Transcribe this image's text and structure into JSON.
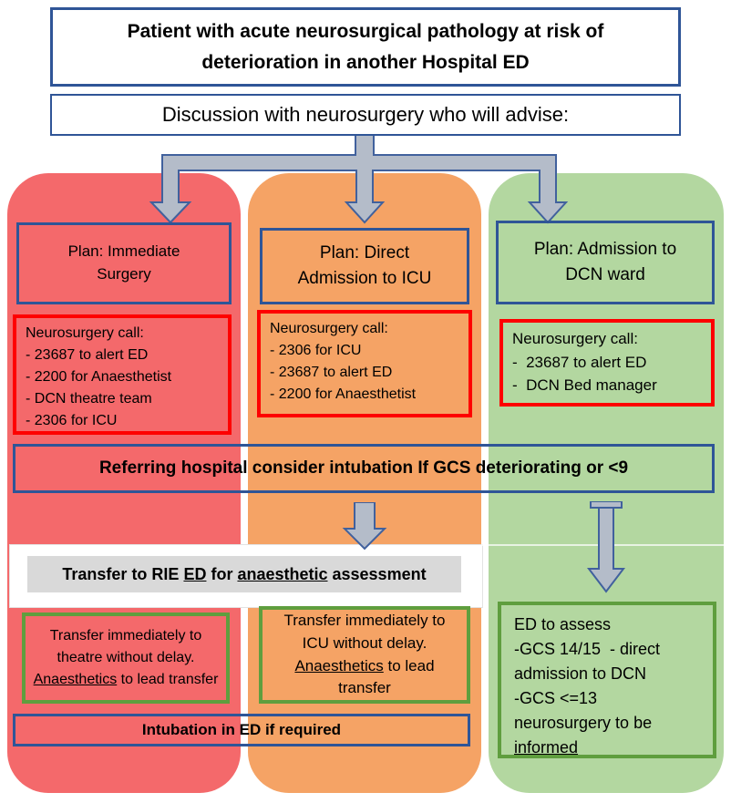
{
  "header": {
    "title": "Patient with acute neurosurgical pathology at risk of deterioration in another Hospital ED",
    "discussion": "Discussion with neurosurgery who will advise:"
  },
  "columns": {
    "surgery": {
      "plan_lines": [
        "Plan: Immediate",
        "Surgery"
      ],
      "call_title": "Neurosurgery call:",
      "call_items": [
        "- 23687 to alert ED",
        "- 2200 for Anaesthetist",
        "- DCN theatre team",
        "- 2306 for ICU"
      ]
    },
    "icu": {
      "plan_lines": [
        "Plan: Direct",
        "Admission to ICU"
      ],
      "call_title": "Neurosurgery call:",
      "call_items": [
        "- 2306 for ICU",
        "- 23687 to alert ED",
        "- 2200 for Anaesthetist"
      ]
    },
    "dcn": {
      "plan_lines": [
        "Plan: Admission to",
        "DCN ward"
      ],
      "call_title": "Neurosurgery call:",
      "call_items": [
        "-  23687 to alert ED",
        "-  DCN Bed manager"
      ]
    }
  },
  "banners": {
    "referring": "Referring hospital consider intubation If GCS deteriorating or <9",
    "transfer_rie": {
      "pre": "Transfer to RIE ",
      "u1": "ED",
      "mid": " for ",
      "u2": "anaesthetic",
      "post": " assessment"
    },
    "intubation": "Intubation in ED if required"
  },
  "outcomes": {
    "theatre": {
      "pre": "Transfer immediately to theatre without delay. ",
      "underlined": "Anaesthetics",
      "post": " to lead transfer"
    },
    "icu": {
      "pre": "Transfer immediately to ICU without delay. ",
      "underlined": "Anaesthetics",
      "post": " to lead transfer"
    },
    "dcn": {
      "lines": [
        "ED to assess",
        "-GCS 14/15  - direct",
        "admission to DCN",
        "-GCS <=13",
        "neurosurgery to be"
      ],
      "underlined": "informed"
    }
  },
  "colors": {
    "red_column": "#f4696b",
    "orange_column": "#f5a365",
    "green_column": "#b3d7a0",
    "blue_border": "#2f5597",
    "red_border": "#fe0000",
    "green_border": "#5f9e3e",
    "gray_box": "#d9d9d9",
    "arrow_fill": "#b4bcc9",
    "arrow_stroke": "#41619d"
  }
}
